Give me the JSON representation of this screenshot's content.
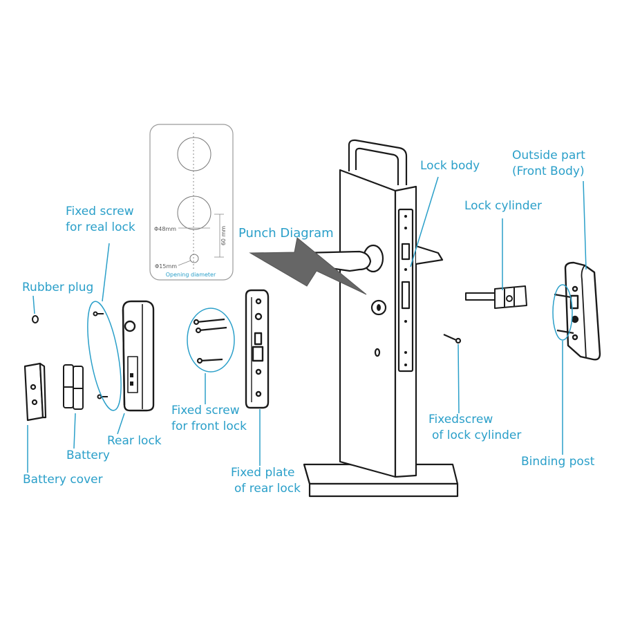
{
  "colors": {
    "label": "#2a9fc9",
    "line": "#1a1a1a",
    "leader": "#2a9fc9",
    "arrow": "#666666"
  },
  "labels": {
    "fixed_screw_real_lock": [
      "Fixed screw",
      "for real lock"
    ],
    "rubber_plug": "Rubber plug",
    "battery_cover": "Battery cover",
    "battery": "Battery",
    "rear_lock": "Rear lock",
    "fixed_screw_front_lock": [
      "Fixed screw",
      "for front lock"
    ],
    "fixed_plate_rear_lock": [
      "Fixed plate",
      "of rear lock"
    ],
    "punch_diagram": "Punch Diagram",
    "lock_body": "Lock body",
    "outside_part": [
      "Outside part",
      "(Front Body)"
    ],
    "lock_cylinder": "Lock cylinder",
    "fixedscrew_lock_cylinder": [
      "Fixedscrew",
      "of lock cylinder"
    ],
    "binding_post": "Binding post"
  },
  "punch_card": {
    "dia_large": "Φ48mm",
    "dia_small": "Φ15mm",
    "spacing": "60 mm",
    "caption": "Opening diameter"
  }
}
